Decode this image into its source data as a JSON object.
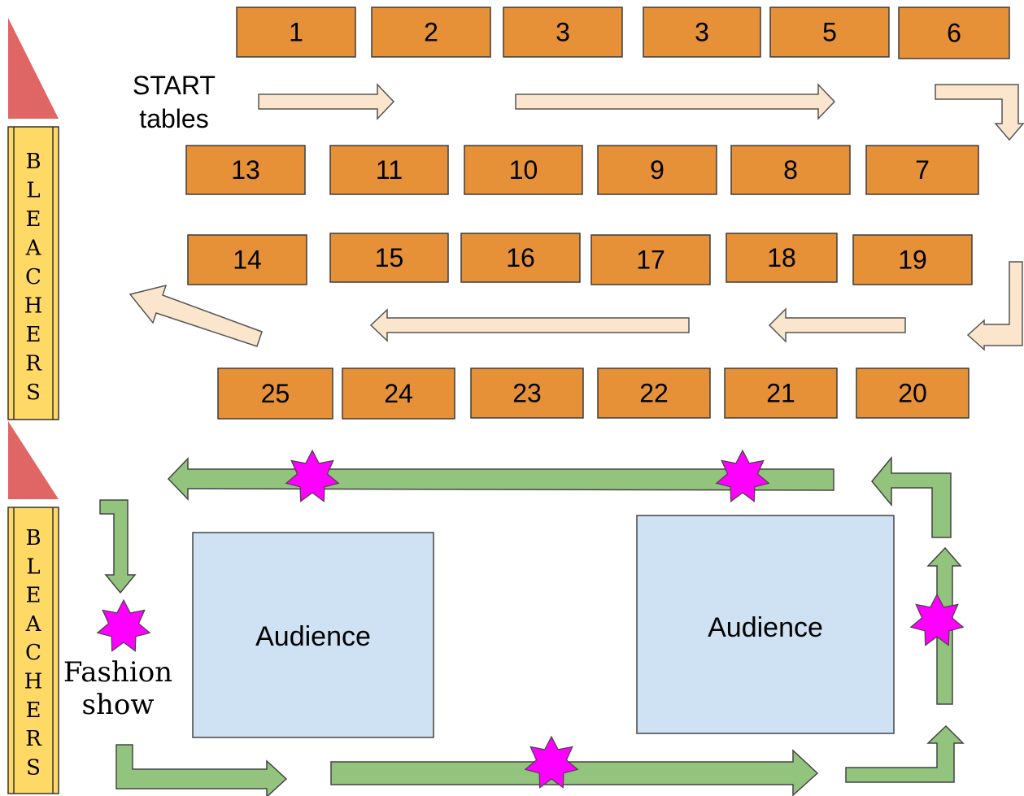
{
  "colors": {
    "table_fill": "#e69138",
    "table_stroke": "#3c3c3c",
    "bleachers_fill": "#ffd966",
    "triangle_fill": "#e06666",
    "audience_fill": "#cfe2f3",
    "light_arrow_fill": "#fce5cd",
    "green_arrow_fill": "#93c47d",
    "star_fill": "#ff00ff"
  },
  "start_label": [
    "START",
    "tables"
  ],
  "tables": [
    "1",
    "2",
    "3",
    "3",
    "5",
    "6",
    "13",
    "11",
    "10",
    "9",
    "8",
    "7",
    "14",
    "15",
    "16",
    "17",
    "18",
    "19",
    "25",
    "24",
    "23",
    "22",
    "21",
    "20"
  ],
  "bleachers": {
    "top": [
      "B",
      "L",
      "E",
      "A",
      "C",
      "H",
      "E",
      "R",
      "S"
    ],
    "bottom": [
      "B",
      "L",
      "E",
      "A",
      "C",
      "H",
      "E",
      "R",
      "S"
    ]
  },
  "audience": [
    "Audience",
    "Audience"
  ],
  "fashion_show_label": [
    "Fashion",
    "show"
  ]
}
